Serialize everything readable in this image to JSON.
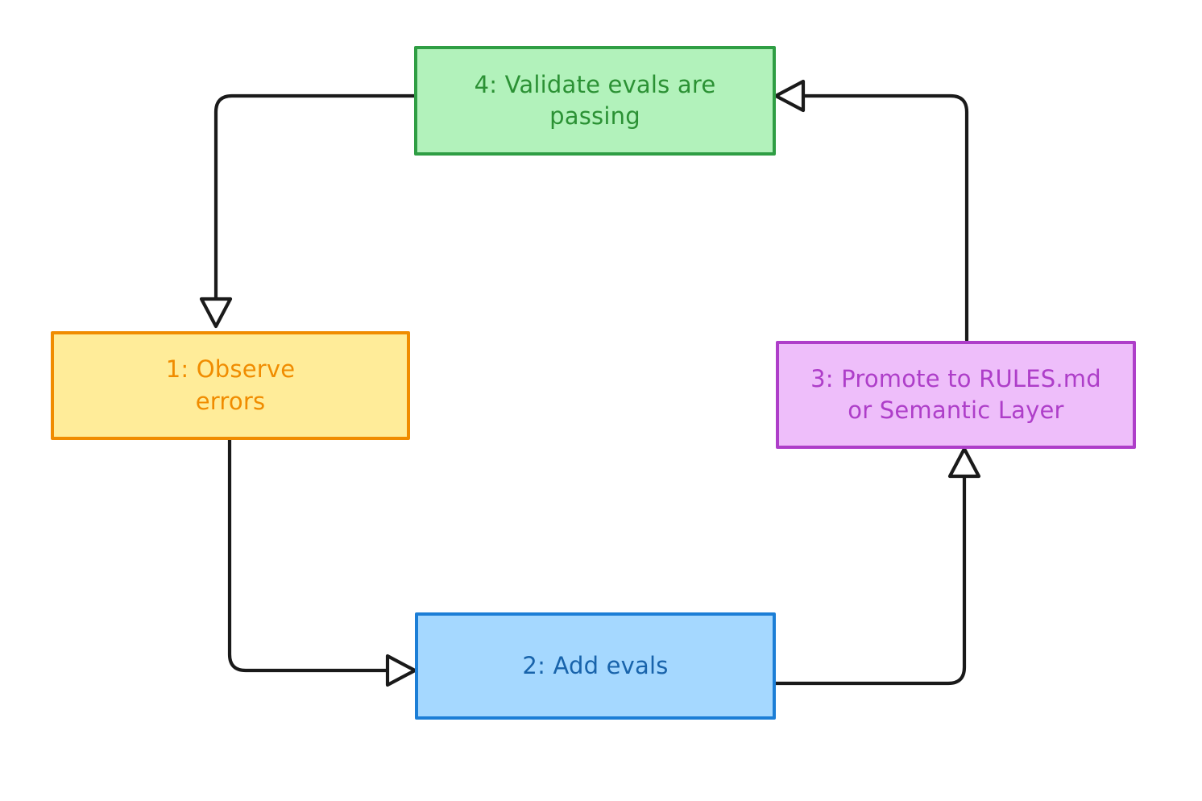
{
  "diagram": {
    "type": "flowchart",
    "direction": "cycle",
    "background": "#ffffff",
    "nodes": [
      {
        "id": "node-1",
        "label": "1: Observe\nerrors",
        "fill": "#ffec99",
        "stroke": "#f08c00",
        "text_color": "#f08c00"
      },
      {
        "id": "node-2",
        "label": "2: Add evals",
        "fill": "#a5d8ff",
        "stroke": "#1c7ed6",
        "text_color": "#1863ab"
      },
      {
        "id": "node-3",
        "label": "3: Promote to RULES.md\nor Semantic Layer",
        "fill": "#eebefa",
        "stroke": "#ae3ec9",
        "text_color": "#ae3ec9"
      },
      {
        "id": "node-4",
        "label": "4: Validate evals are\npassing",
        "fill": "#b2f2bb",
        "stroke": "#2f9e44",
        "text_color": "#2b9134"
      }
    ],
    "edges": [
      {
        "id": "edge-4-to-1",
        "from": "node-4",
        "to": "node-1",
        "label": "",
        "stroke": "#1a1a1a",
        "arrowhead": "hollow-triangle"
      },
      {
        "id": "edge-1-to-2",
        "from": "node-1",
        "to": "node-2",
        "label": "",
        "stroke": "#1a1a1a",
        "arrowhead": "hollow-triangle"
      },
      {
        "id": "edge-2-to-3",
        "from": "node-2",
        "to": "node-3",
        "label": "",
        "stroke": "#1a1a1a",
        "arrowhead": "hollow-triangle"
      },
      {
        "id": "edge-3-to-4",
        "from": "node-3",
        "to": "node-4",
        "label": "",
        "stroke": "#1a1a1a",
        "arrowhead": "hollow-triangle"
      }
    ]
  }
}
